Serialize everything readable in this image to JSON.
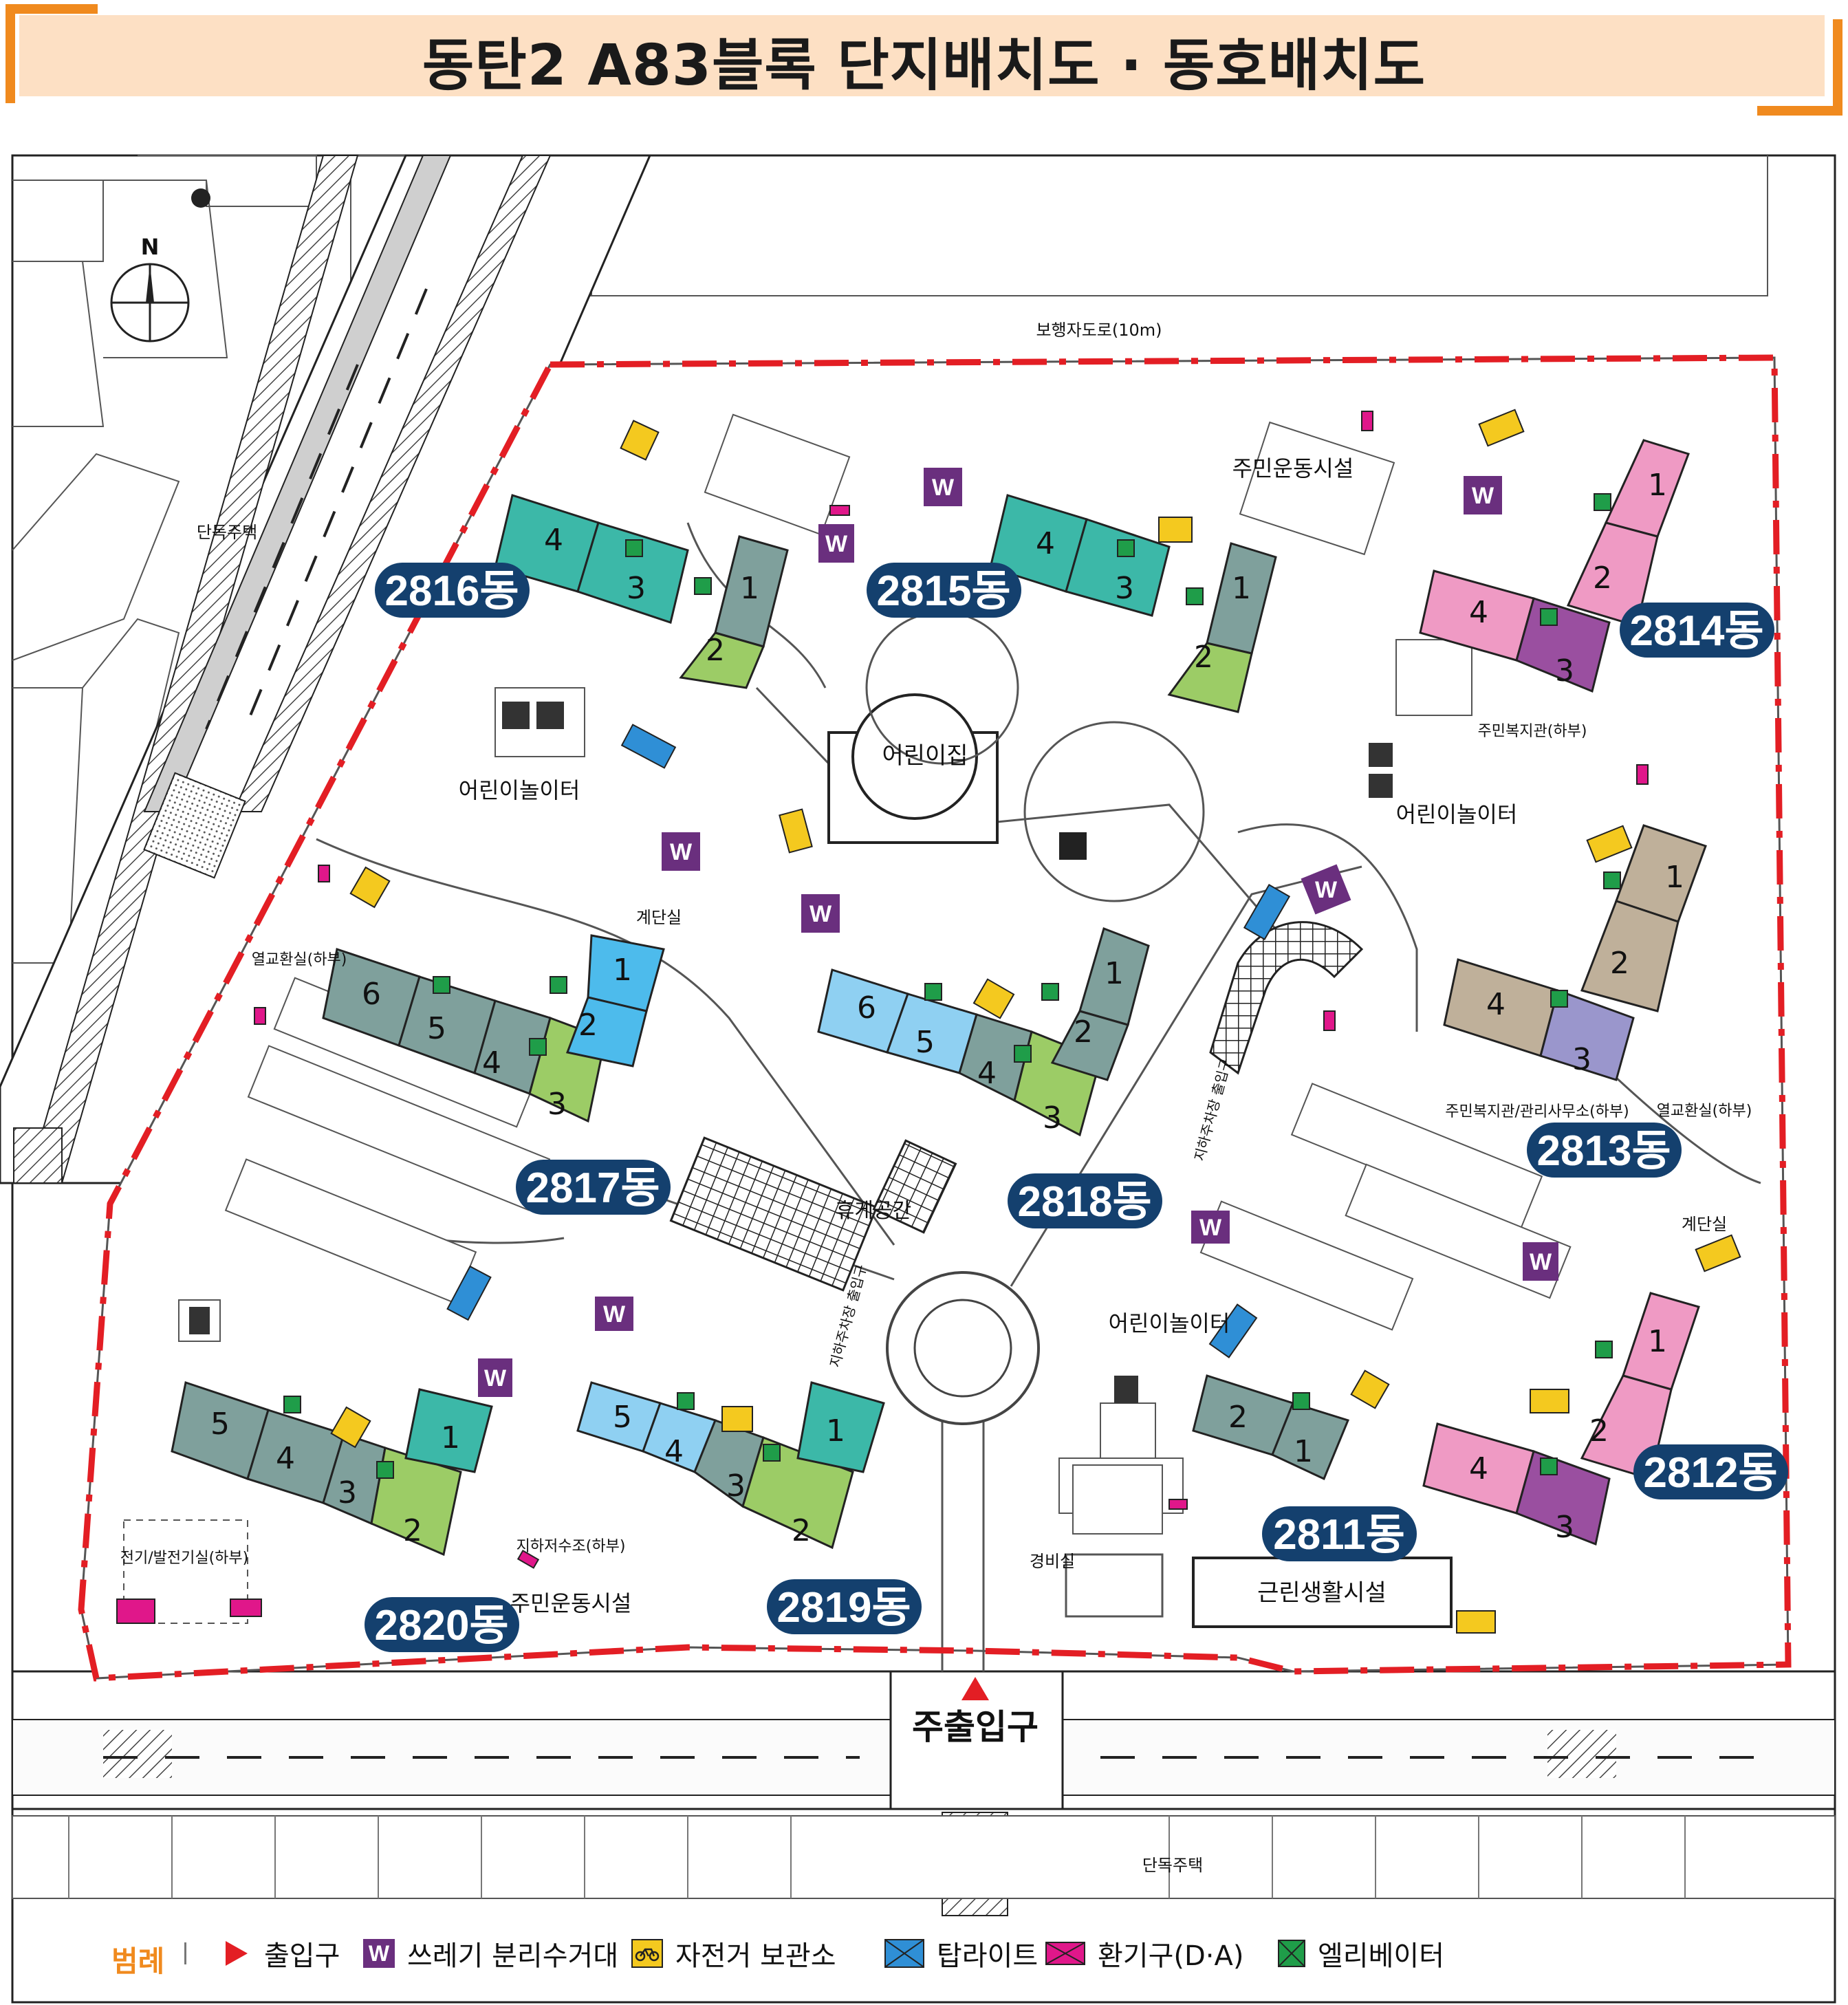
{
  "title": "동탄2 A83블록 단지배치도 · 동호배치도",
  "colors": {
    "header_band": "#fde0c4",
    "accent_orange": "#f08a1e",
    "boundary_red": "#e31e24",
    "badge_navy": "#14406e",
    "teal": "#3cb8a8",
    "gray_teal": "#7fa09c",
    "green": "#9ccc66",
    "blue": "#4dbbec",
    "light_blue": "#8fd0f2",
    "pink": "#ef9ac4",
    "purple": "#9a4fa0",
    "tan": "#bfb09a",
    "lavender": "#9a96cc",
    "trash": "#6a2f7e",
    "bike": "#f4c91f",
    "top_light": "#2f8fd6",
    "vent": "#e0178a",
    "elevator": "#1f9d49"
  },
  "map_labels": {
    "pedestrian_road": "보행자도로(10m)",
    "detached_house_left": "단독주택",
    "detached_house_bottom": "단독주택",
    "daycare": "어린이집",
    "playground_1": "어린이놀이터",
    "playground_2": "어린이놀이터",
    "playground_3": "어린이놀이터",
    "fitness_top": "주민운동시설",
    "fitness_bottom": "주민운동시설",
    "welfare": "주민복지관(하부)",
    "welfare_office": "주민복지관/관리사무소(하부)",
    "heat_exchange_left": "열교환실(하부)",
    "heat_exchange_right": "열교환실(하부)",
    "stair_left": "계단실",
    "stair_right": "계단실",
    "rest_area": "휴게공간",
    "parking_entrance_1": "지하주차장 출입구",
    "parking_entrance_2": "지하주차장 출입구",
    "water_tank": "지하저수조(하부)",
    "electric_room": "전기/발전기실(하부)",
    "guard_room": "경비실",
    "commercial": "근린생활시설",
    "main_entrance": "주출입구",
    "north": "N"
  },
  "buildings": [
    {
      "name": "2816동",
      "lines": [
        "1",
        "2",
        "3",
        "4"
      ]
    },
    {
      "name": "2815동",
      "lines": [
        "1",
        "2",
        "3",
        "4"
      ]
    },
    {
      "name": "2814동",
      "lines": [
        "1",
        "2",
        "3",
        "4"
      ]
    },
    {
      "name": "2817동",
      "lines": [
        "1",
        "2",
        "3",
        "4",
        "5",
        "6"
      ]
    },
    {
      "name": "2818동",
      "lines": [
        "1",
        "2",
        "3",
        "4",
        "5",
        "6"
      ]
    },
    {
      "name": "2813동",
      "lines": [
        "1",
        "2",
        "3",
        "4"
      ]
    },
    {
      "name": "2820동",
      "lines": [
        "1",
        "2",
        "3",
        "4",
        "5"
      ]
    },
    {
      "name": "2819동",
      "lines": [
        "1",
        "2",
        "3",
        "4",
        "5"
      ]
    },
    {
      "name": "2811동",
      "lines": [
        "1",
        "2"
      ]
    },
    {
      "name": "2812동",
      "lines": [
        "1",
        "2",
        "3",
        "4"
      ]
    }
  ],
  "trash_symbol": "W",
  "legend": {
    "title": "범례",
    "items": [
      {
        "icon": "entrance-triangle-icon",
        "label": "출입구"
      },
      {
        "icon": "trash-w-icon",
        "label": "쓰레기 분리수거대"
      },
      {
        "icon": "bicycle-icon",
        "label": "자전거 보관소"
      },
      {
        "icon": "top-light-icon",
        "label": "탑라이트"
      },
      {
        "icon": "vent-icon",
        "label": "환기구(D·A)"
      },
      {
        "icon": "elevator-icon",
        "label": "엘리베이터"
      }
    ]
  }
}
